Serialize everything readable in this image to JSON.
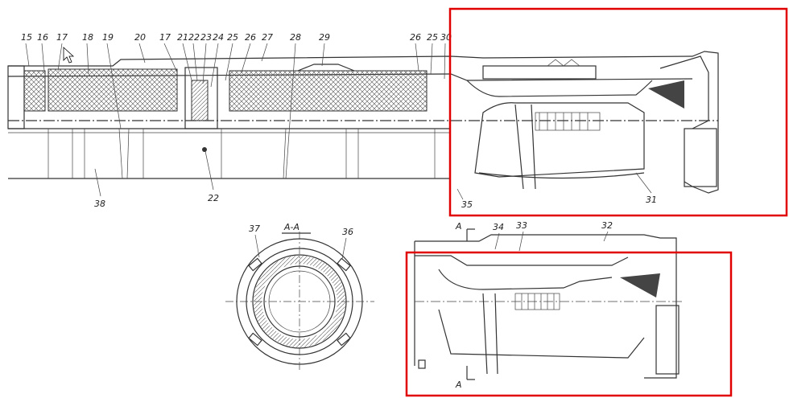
{
  "colors": {
    "ink": "#333333",
    "highlight": "#e00000",
    "paper": "#ffffff"
  },
  "top_labels": [
    "15",
    "16",
    "17",
    "18",
    "19",
    "20",
    "17",
    "21",
    "22",
    "23",
    "24",
    "25",
    "26",
    "27",
    "28",
    "29",
    "26",
    "25",
    "30"
  ],
  "bottom_labels": {
    "part_38": "38",
    "part_22": "22",
    "part_35": "35",
    "part_31": "31"
  },
  "section": {
    "title": "A-A",
    "left": "37",
    "right": "36"
  },
  "lower_view": {
    "cut_top": "A",
    "cut_bottom": "A",
    "part_34": "34",
    "part_33": "33",
    "part_32": "32"
  },
  "icons": {
    "cursor": "mouse-pointer-icon"
  }
}
